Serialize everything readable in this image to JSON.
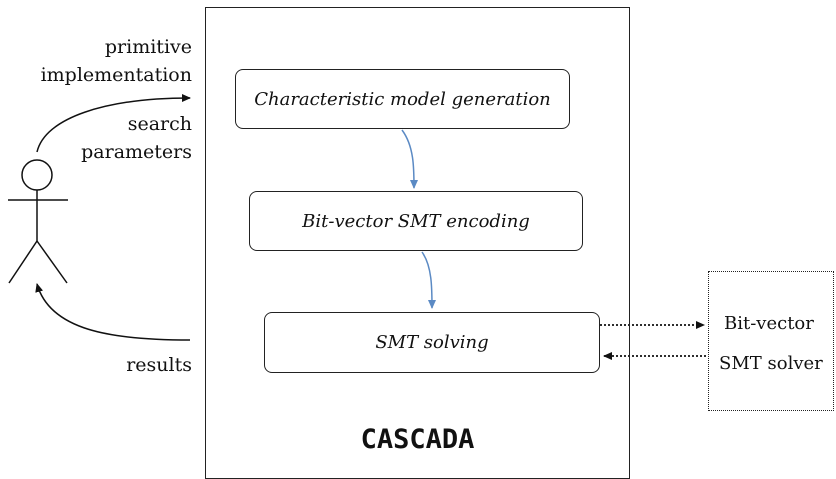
{
  "user_inputs": {
    "primitive": "primitive",
    "implementation": "implementation",
    "search": "search",
    "parameters": "parameters"
  },
  "user_outputs": {
    "results": "results"
  },
  "cascada": {
    "title": "CASCADA",
    "steps": [
      {
        "label": "Characteristic model generation"
      },
      {
        "label": "Bit-vector SMT encoding"
      },
      {
        "label": "SMT solving"
      }
    ]
  },
  "solver": {
    "line1": "Bit-vector",
    "line2": "SMT solver"
  },
  "colors": {
    "flow_arrow": "#5b8ac4",
    "stroke": "#222222"
  }
}
